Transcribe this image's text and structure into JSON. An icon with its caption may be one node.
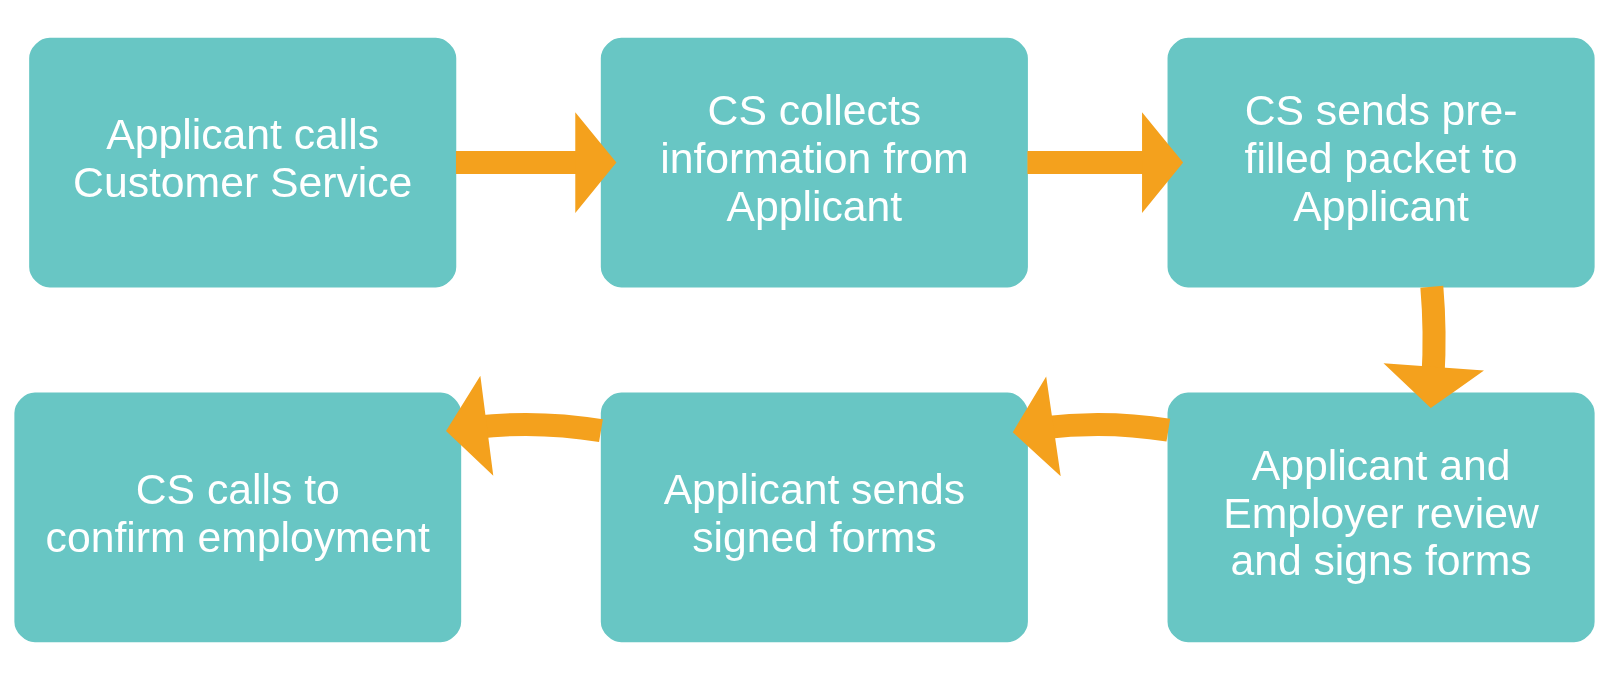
{
  "diagram": {
    "nodes": [
      {
        "text": [
          "Applicant calls Customer Service"
        ]
      },
      {
        "text": [
          "CS collects information from Applicant"
        ]
      },
      {
        "text": [
          "CS sends pre-filled packet to Applicant"
        ]
      },
      {
        "text": [
          "Applicant and Employer review and signs forms"
        ]
      },
      {
        "text": [
          "Applicant sends signed forms"
        ]
      },
      {
        "text": [
          "CS calls to confirm employment"
        ]
      }
    ],
    "edges": [
      {
        "from": 0,
        "to": 1,
        "arrow": "to"
      },
      {
        "from": 1,
        "to": 2,
        "arrow": "to"
      },
      {
        "from": 2,
        "to": 3,
        "arrow": "to"
      },
      {
        "from": 3,
        "to": 4,
        "arrow": "to"
      },
      {
        "from": 4,
        "to": 5,
        "arrow": "to"
      }
    ]
  }
}
